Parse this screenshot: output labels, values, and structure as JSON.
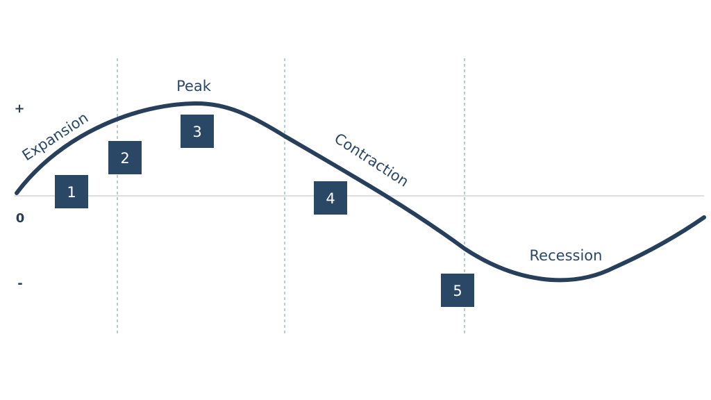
{
  "axis": {
    "plus": "+",
    "zero": "0",
    "minus": "-"
  },
  "phases": {
    "expansion": "Expansion",
    "peak": "Peak",
    "contraction": "Contraction",
    "recession": "Recession"
  },
  "markers": [
    "1",
    "2",
    "3",
    "4",
    "5"
  ],
  "colors": {
    "curve": "#283f5c",
    "marker_fill": "#2b4766",
    "marker_text": "#ffffff",
    "divider": "#8fb3cf",
    "zero_line": "#d3d3d3",
    "label": "#2b4766"
  }
}
